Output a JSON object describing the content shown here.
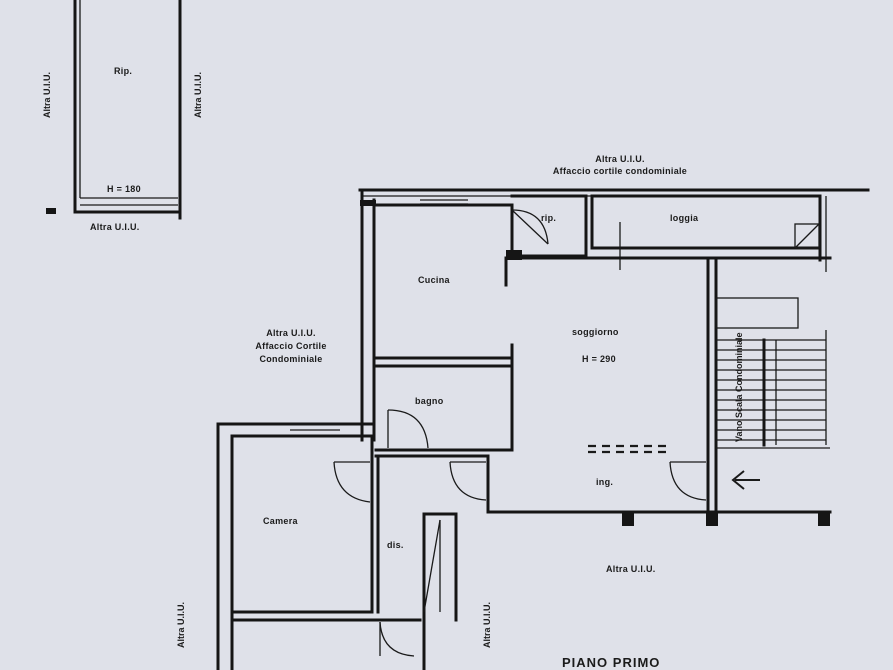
{
  "labels": {
    "rip": "Rip.",
    "h180": "H = 180",
    "altra_uiu_left": "Altra U.I.U.",
    "altra_uiu_right_top": "Altra U.I.U.",
    "altra_uiu_bottom_top": "Altra U.I.U.",
    "altra_uiu_header": "Altra U.I.U.",
    "affaccio_cortile": "Affaccio cortile condominiale",
    "ripostiglio": "rip.",
    "loggia": "loggia",
    "cucina": "Cucina",
    "altra_uiu_mid": "Altra U.I.U.",
    "affaccio_cortile_mid_1": "Affaccio Cortile",
    "affaccio_cortile_mid_2": "Condominiale",
    "soggiorno": "soggiorno",
    "h290": "H = 290",
    "bagno": "bagno",
    "ingresso": "ing.",
    "camera": "Camera",
    "disimpegno": "dis.",
    "altra_uiu_lower": "Altra U.I.U.",
    "altra_uiu_left_bottom": "Altra U.I.U.",
    "altra_uiu_right_bottom": "Altra U.I.U.",
    "vano_scala": "Vano Scala Condominiale",
    "piano": "PIANO PRIMO"
  },
  "icons": {
    "entrance_arrow": "arrow-left-icon"
  }
}
